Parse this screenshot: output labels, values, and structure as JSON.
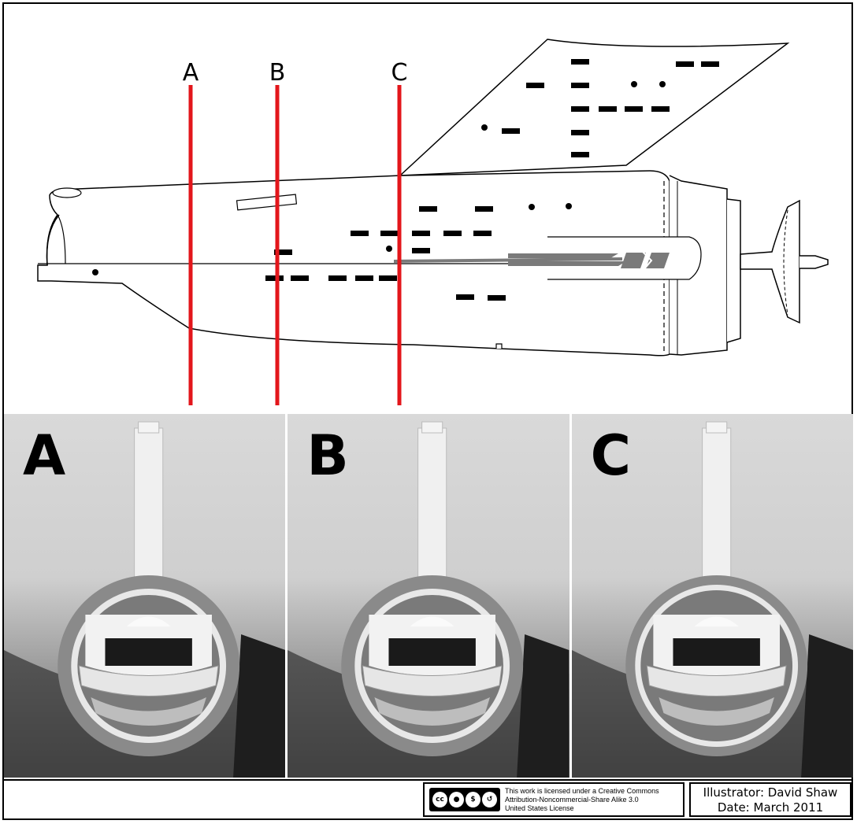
{
  "diagram": {
    "section_labels": [
      "A",
      "B",
      "C"
    ],
    "line_color": "#e3161b"
  },
  "photos": [
    {
      "label": "A"
    },
    {
      "label": "B"
    },
    {
      "label": "C"
    }
  ],
  "license": {
    "badge_icons": [
      "cc-icon",
      "by-icon",
      "nc-icon",
      "sa-icon"
    ],
    "badge_tags": [
      "BY",
      "NC",
      "SA"
    ],
    "line1": "This work is licensed under a Creative Commons",
    "line2": "Attribution-Noncommercial-Share Alike 3.0",
    "line3": "United States License"
  },
  "credit": {
    "illustrator": "Illustrator: David Shaw",
    "date": "Date: March 2011"
  }
}
